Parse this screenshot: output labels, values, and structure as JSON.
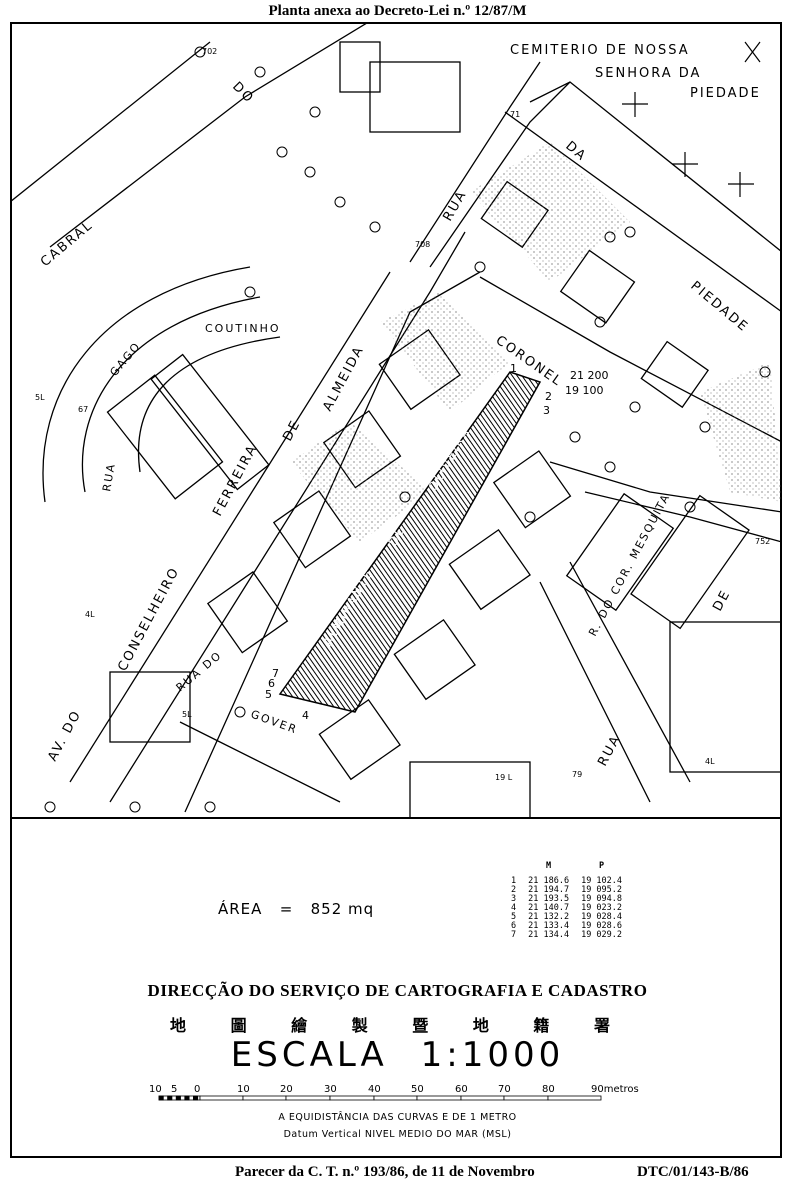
{
  "header": {
    "title": "Planta anexa ao Decreto-Lei n.º 12/87/M"
  },
  "map": {
    "streets": {
      "cemetery_1": "CEMITERIO DE NOSSA",
      "cemetery_2": "SENHORA DA",
      "cemetery_3": "PIEDADE",
      "rua_da_piedade_1": "RUA",
      "rua_da_piedade_2": "DA",
      "rua_da_piedade_3": "PIEDADE",
      "coronel": "CORONEL",
      "cabral": "CABRAL",
      "do_top": "DO",
      "av_1": "AV. DO",
      "av_2": "CONSELHEIRO",
      "av_3": "FERREIRA",
      "av_4": "DE",
      "av_5": "ALMEIDA",
      "gago_1": "RUA",
      "gago_2": "GAGO",
      "gago_3": "COUTINHO",
      "governador_1": "RUA DO",
      "governador_2": "GOVER",
      "mesquita": "R. DO COR. MESQUITA",
      "rua_de_1": "RUA",
      "rua_de_2": "DE",
      "hatched_1": "ALMIRANTE",
      "hatched_2": "DE",
      "hatched_3": "OLIVEIRA"
    },
    "numbers": [
      "702",
      "71",
      "708",
      "752",
      "79",
      "19 L",
      "4L",
      "5L",
      "5L",
      "4L",
      "67",
      "21 200",
      "19 100"
    ],
    "vertices": [
      "1",
      "2",
      "3",
      "4",
      "5",
      "6",
      "7"
    ]
  },
  "area": {
    "label": "ÁREA",
    "eq": "=",
    "value": "852 mq"
  },
  "coords": {
    "headers": [
      "",
      "M",
      "P"
    ],
    "rows": [
      [
        "1",
        "21 186.6",
        "19 102.4"
      ],
      [
        "2",
        "21 194.7",
        "19 095.2"
      ],
      [
        "3",
        "21 193.5",
        "19 094.8"
      ],
      [
        "4",
        "21 140.7",
        "19 023.2"
      ],
      [
        "5",
        "21 132.2",
        "19 028.4"
      ],
      [
        "6",
        "21 133.4",
        "19 028.6"
      ],
      [
        "7",
        "21 134.4",
        "19 029.2"
      ]
    ]
  },
  "agency": "DIRECÇÃO DO SERVIÇO DE CARTOGRAFIA E CADASTRO",
  "agency_chinese": [
    "地",
    "圖",
    "繪",
    "製",
    "暨",
    "地",
    "籍",
    "署"
  ],
  "scale": {
    "title": "ESCALA  1:1000",
    "ticks": [
      "10",
      "5",
      "0",
      "10",
      "20",
      "30",
      "40",
      "50",
      "60",
      "70",
      "80",
      "90metros"
    ],
    "contour_note": "A EQUIDISTÂNCIA DAS CURVAS E DE 1 METRO",
    "datum_note": "Datum Vertical  NIVEL MEDIO DO MAR (MSL)"
  },
  "footer": {
    "opinion": "Parecer da C. T. n.º 193/86, de 11 de Novembro",
    "ref": "DTC/01/143-B/86"
  }
}
